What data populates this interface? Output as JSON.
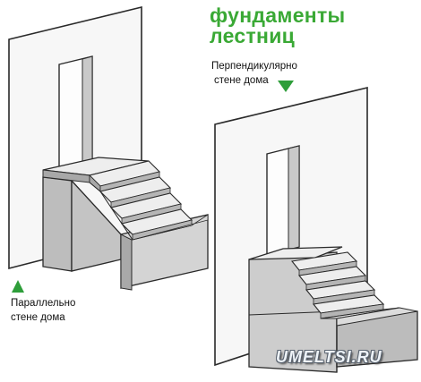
{
  "title": {
    "line1": "фундаменты",
    "line2": "лестниц"
  },
  "captions": {
    "perpendicular": {
      "line1": "Перпендикулярно",
      "line2": "стене дома"
    },
    "parallel": {
      "line1": "Параллельно",
      "line2": "стене дома"
    }
  },
  "watermark": "UMELTSI.RU",
  "colors": {
    "title": "#3aa935",
    "marker": "#2e9e3a",
    "wall_fill": "#f7f7f7",
    "outline": "#2a2a2a",
    "foundation_side": "#b9b9b9",
    "foundation_front": "#cfcfcf",
    "tread": "#eeeeee",
    "riser": "#a8a8a8"
  },
  "icons": {
    "left_marker": "triangle-up-icon",
    "right_marker": "triangle-down-icon"
  }
}
